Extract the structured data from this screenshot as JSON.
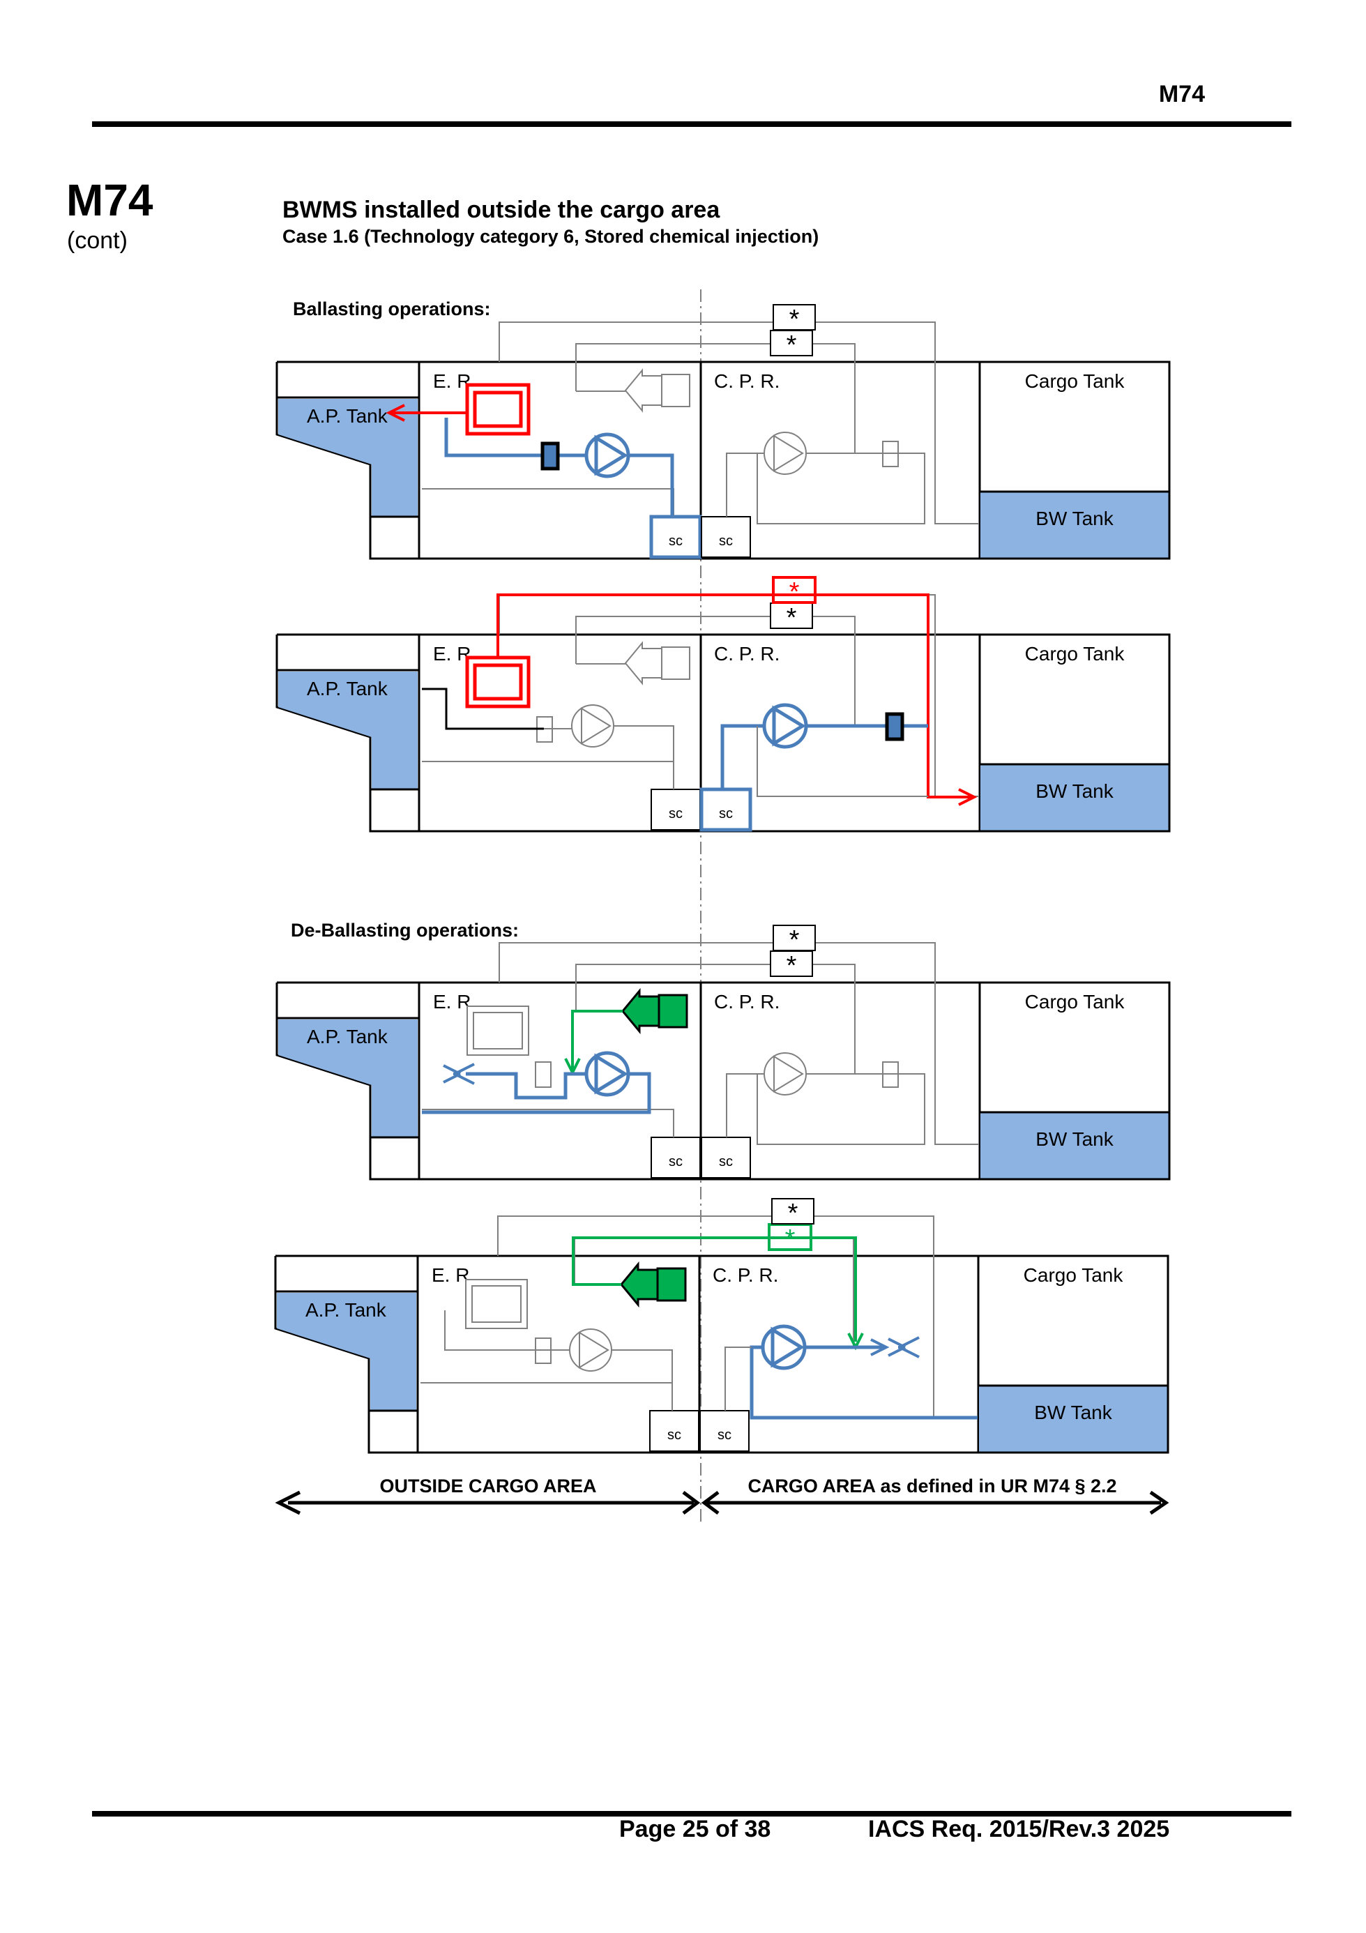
{
  "header": {
    "code": "M74"
  },
  "side": {
    "code": "M74",
    "cont": "(cont)"
  },
  "title": "BWMS installed outside the cargo area",
  "subtitle": "Case 1.6 (Technology category 6, Stored chemical injection)",
  "sections": {
    "ballasting": "Ballasting operations:",
    "deballasting": "De-Ballasting operations:"
  },
  "labels": {
    "engine_room": "E. R.",
    "cargo_pump_room": "C. P. R.",
    "ap_tank": "A.P. Tank",
    "cargo_tank": "Cargo Tank",
    "bw_tank": "BW Tank",
    "sea_chest": "sc",
    "star": "*"
  },
  "zones": {
    "outside": "OUTSIDE CARGO AREA",
    "inside": "CARGO AREA as defined in UR M74 § 2.2"
  },
  "colors": {
    "ballast_line": "#4a7ebb",
    "bwms_unit": "#ff0000",
    "chemical_line": "#00b050",
    "tank_fill": "#8db3e2"
  },
  "footer": {
    "page": "Page 25 of 38",
    "req": "IACS Req. 2015/Rev.3 2025"
  }
}
